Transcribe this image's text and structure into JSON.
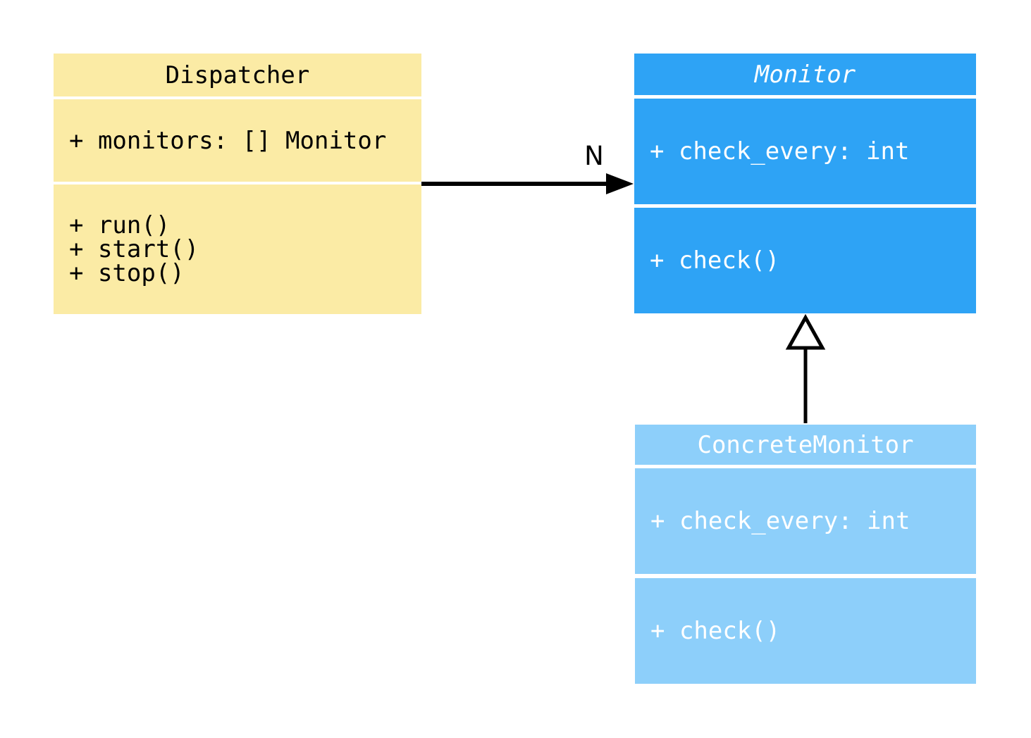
{
  "diagram_title": "UML class diagram",
  "classes": {
    "dispatcher": {
      "name": "Dispatcher",
      "abstract": false,
      "fill_color": "#FBEBA5",
      "text_color": "#000000",
      "attributes": [
        "+ monitors: [] Monitor"
      ],
      "methods": [
        "+ run()",
        "+ start()",
        "+ stop()"
      ]
    },
    "monitor": {
      "name": "Monitor",
      "abstract": true,
      "fill_color": "#2EA3F5",
      "text_color": "#FFFFFF",
      "attributes": [
        "+ check_every: int"
      ],
      "methods": [
        "+ check()"
      ]
    },
    "concrete_monitor": {
      "name": "ConcreteMonitor",
      "abstract": false,
      "fill_color": "#8DCFFA",
      "text_color": "#FFFFFF",
      "attributes": [
        "+ check_every: int"
      ],
      "methods": [
        "+ check()"
      ]
    }
  },
  "relationships": {
    "association": {
      "type": "directed-association",
      "from": "Dispatcher",
      "to": "Monitor",
      "multiplicity_label": "N",
      "line_color": "#000000"
    },
    "generalization": {
      "type": "generalization",
      "from": "ConcreteMonitor",
      "to": "Monitor",
      "line_color": "#000000"
    }
  },
  "colors": {
    "background": "#FFFFFF",
    "dispatcher_fill": "#FBEBA5",
    "monitor_fill": "#2EA3F5",
    "concrete_monitor_fill": "#8DCFFA",
    "edge": "#000000"
  }
}
